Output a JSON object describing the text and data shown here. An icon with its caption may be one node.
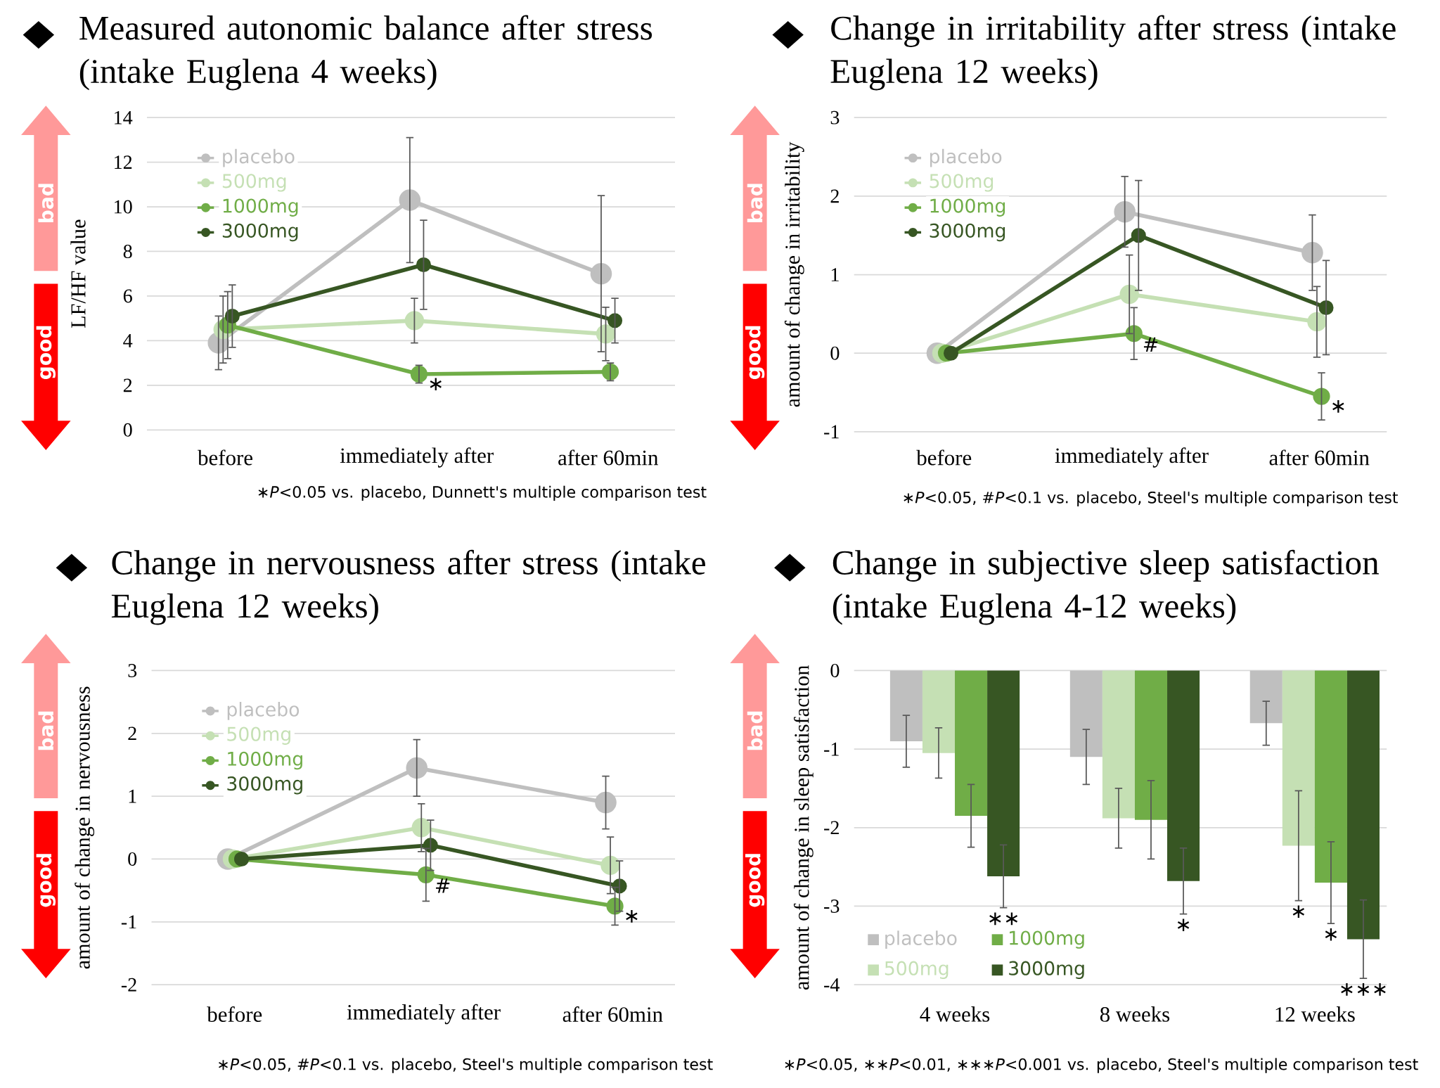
{
  "diagram": {
    "labels": [
      "bad",
      "good",
      "∗*P*<0.05 vs. placebo, Dunnett's multiple comparison test",
      "bad",
      "good",
      "∗*P*<0.05, #*P*<0.1 vs. placebo, Steel's multiple comparison test",
      "bad",
      "good",
      "∗*P*<0.05, #*P*<0.1 vs. placebo, Steel's multiple comparison test",
      "bad",
      "good",
      "∗*P*<0.05, ∗∗*P*<0.01, ∗∗∗*P*<0.001 vs. placebo, Steel's multiple comparison test"
    ],
    "chart_data": [
      {
        "type": "line",
        "title": "Measured autonomic balance after stress (intake Euglena 4 weeks)",
        "ylabel": "LF/HF value",
        "categories": [
          "before",
          "immediately after",
          "after 60min"
        ],
        "ylim": [
          0,
          14
        ],
        "yticks": [
          0,
          2,
          4,
          6,
          8,
          10,
          12,
          14
        ],
        "grid": true,
        "legend": true,
        "series": [
          {
            "name": "placebo",
            "color": "#bfbfbf",
            "marker": "circle",
            "values": [
              3.9,
              10.3,
              7.0
            ],
            "errors": [
              1.2,
              2.8,
              3.5
            ]
          },
          {
            "name": "500mg",
            "color": "#c5e0b4",
            "marker": "circle",
            "values": [
              4.5,
              4.9,
              4.3
            ],
            "errors": [
              1.5,
              1.0,
              1.2
            ]
          },
          {
            "name": "1000mg",
            "color": "#70ad47",
            "marker": "circle",
            "values": [
              4.7,
              2.5,
              2.6
            ],
            "errors": [
              1.5,
              0.4,
              0.4
            ]
          },
          {
            "name": "3000mg",
            "color": "#375623",
            "marker": "circle",
            "values": [
              5.1,
              7.4,
              4.9
            ],
            "errors": [
              1.4,
              2.0,
              1.0
            ]
          }
        ],
        "annotations": [
          {
            "x": "immediately after",
            "y": 2.5,
            "text": "∗"
          }
        ]
      },
      {
        "type": "line",
        "title": "Change in irritability after stress (intake Euglena 12 weeks)",
        "ylabel": "amount of change in irritability",
        "categories": [
          "before",
          "immediately after",
          "after 60min"
        ],
        "ylim": [
          -1,
          3
        ],
        "yticks": [
          -1,
          0,
          1,
          2,
          3
        ],
        "grid": true,
        "legend": true,
        "series": [
          {
            "name": "placebo",
            "color": "#bfbfbf",
            "marker": "circle",
            "values": [
              0,
              1.8,
              1.28
            ],
            "errors": [
              0,
              0.45,
              0.48
            ]
          },
          {
            "name": "500mg",
            "color": "#c5e0b4",
            "marker": "circle",
            "values": [
              0,
              0.75,
              0.4
            ],
            "errors": [
              0,
              0.5,
              0.45
            ]
          },
          {
            "name": "1000mg",
            "color": "#70ad47",
            "marker": "circle",
            "values": [
              0,
              0.25,
              -0.55
            ],
            "errors": [
              0,
              0.33,
              0.3
            ]
          },
          {
            "name": "3000mg",
            "color": "#375623",
            "marker": "circle",
            "values": [
              0,
              1.5,
              0.58
            ],
            "errors": [
              0,
              0.7,
              0.6
            ]
          }
        ],
        "annotations": [
          {
            "x": "immediately after",
            "y": 0.25,
            "text": "#"
          },
          {
            "x": "after 60min",
            "y": -0.55,
            "text": "∗"
          }
        ]
      },
      {
        "type": "line",
        "title": "Change in nervousness after stress (intake Euglena 12 weeks)",
        "ylabel": "amount of change in nervousness",
        "categories": [
          "before",
          "immediately after",
          "after 60min"
        ],
        "ylim": [
          -2,
          3
        ],
        "yticks": [
          -2,
          -1,
          0,
          1,
          2,
          3
        ],
        "grid": true,
        "legend": true,
        "series": [
          {
            "name": "placebo",
            "color": "#bfbfbf",
            "marker": "circle",
            "values": [
              0,
              1.45,
              0.9
            ],
            "errors": [
              0,
              0.45,
              0.42
            ]
          },
          {
            "name": "500mg",
            "color": "#c5e0b4",
            "marker": "circle",
            "values": [
              0,
              0.5,
              -0.1
            ],
            "errors": [
              0,
              0.38,
              0.45
            ]
          },
          {
            "name": "1000mg",
            "color": "#70ad47",
            "marker": "circle",
            "values": [
              0,
              -0.25,
              -0.75
            ],
            "errors": [
              0,
              0.42,
              0.3
            ]
          },
          {
            "name": "3000mg",
            "color": "#375623",
            "marker": "circle",
            "values": [
              0,
              0.22,
              -0.43
            ],
            "errors": [
              0,
              0.4,
              0.4
            ]
          }
        ],
        "annotations": [
          {
            "x": "immediately after",
            "y": -0.25,
            "text": "#"
          },
          {
            "x": "after 60min",
            "y": -0.75,
            "text": "∗"
          }
        ]
      },
      {
        "type": "bar",
        "title": "Change in subjective sleep satisfaction (intake Euglena 4-12 weeks)",
        "ylabel": "amount of change in sleep satisfaction",
        "categories": [
          "4 weeks",
          "8 weeks",
          "12 weeks"
        ],
        "ylim": [
          -4,
          0
        ],
        "yticks": [
          -4,
          -3,
          -2,
          -1,
          0
        ],
        "grid": true,
        "legend": true,
        "series": [
          {
            "name": "placebo",
            "color": "#bfbfbf",
            "values": [
              -0.9,
              -1.1,
              -0.67
            ],
            "errors": [
              0.33,
              0.35,
              0.28
            ]
          },
          {
            "name": "500mg",
            "color": "#c5e0b4",
            "values": [
              -1.05,
              -1.88,
              -2.23
            ],
            "errors": [
              0.32,
              0.38,
              0.7
            ]
          },
          {
            "name": "1000mg",
            "color": "#70ad47",
            "values": [
              -1.85,
              -1.9,
              -2.7
            ],
            "errors": [
              0.4,
              0.5,
              0.52
            ]
          },
          {
            "name": "3000mg",
            "color": "#375623",
            "values": [
              -2.62,
              -2.68,
              -3.42
            ],
            "errors": [
              0.4,
              0.42,
              0.5
            ]
          }
        ],
        "annotations": [
          "∗∗",
          "∗",
          "∗",
          "∗",
          "∗∗∗"
        ]
      }
    ]
  }
}
